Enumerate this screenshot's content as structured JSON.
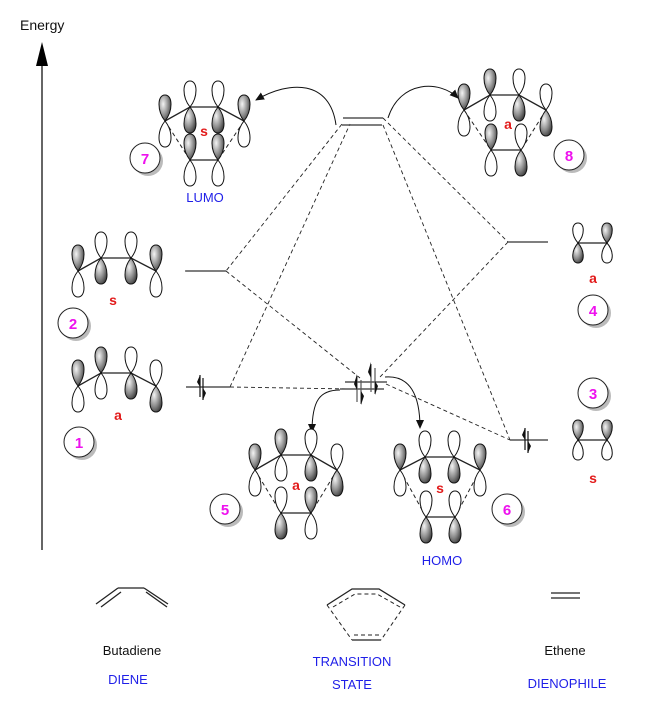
{
  "axis": {
    "label": "Energy"
  },
  "orbitals": {
    "diene_psi1": {
      "number": "1",
      "symmetry": "a"
    },
    "diene_psi2": {
      "number": "2",
      "symmetry": "s"
    },
    "ethene_pi": {
      "number": "3",
      "symmetry": "s"
    },
    "ethene_pistar": {
      "number": "4",
      "symmetry": "a"
    },
    "ts_5": {
      "number": "5",
      "symmetry": "a"
    },
    "ts_6": {
      "number": "6",
      "symmetry": "s",
      "label": "HOMO"
    },
    "ts_7": {
      "number": "7",
      "symmetry": "s",
      "label": "LUMO"
    },
    "ts_8": {
      "number": "8",
      "symmetry": "a"
    }
  },
  "molecules": {
    "diene": {
      "name": "Butadiene",
      "role": "DIENE"
    },
    "ts": {
      "role_line1": "TRANSITION",
      "role_line2": "STATE"
    },
    "dienophile": {
      "name": "Ethene",
      "role": "DIENOPHILE"
    }
  },
  "colors": {
    "role_text": "#1f1fe8",
    "symmetry_text": "#e21a1a",
    "orbital_number": "#ee11ee"
  }
}
